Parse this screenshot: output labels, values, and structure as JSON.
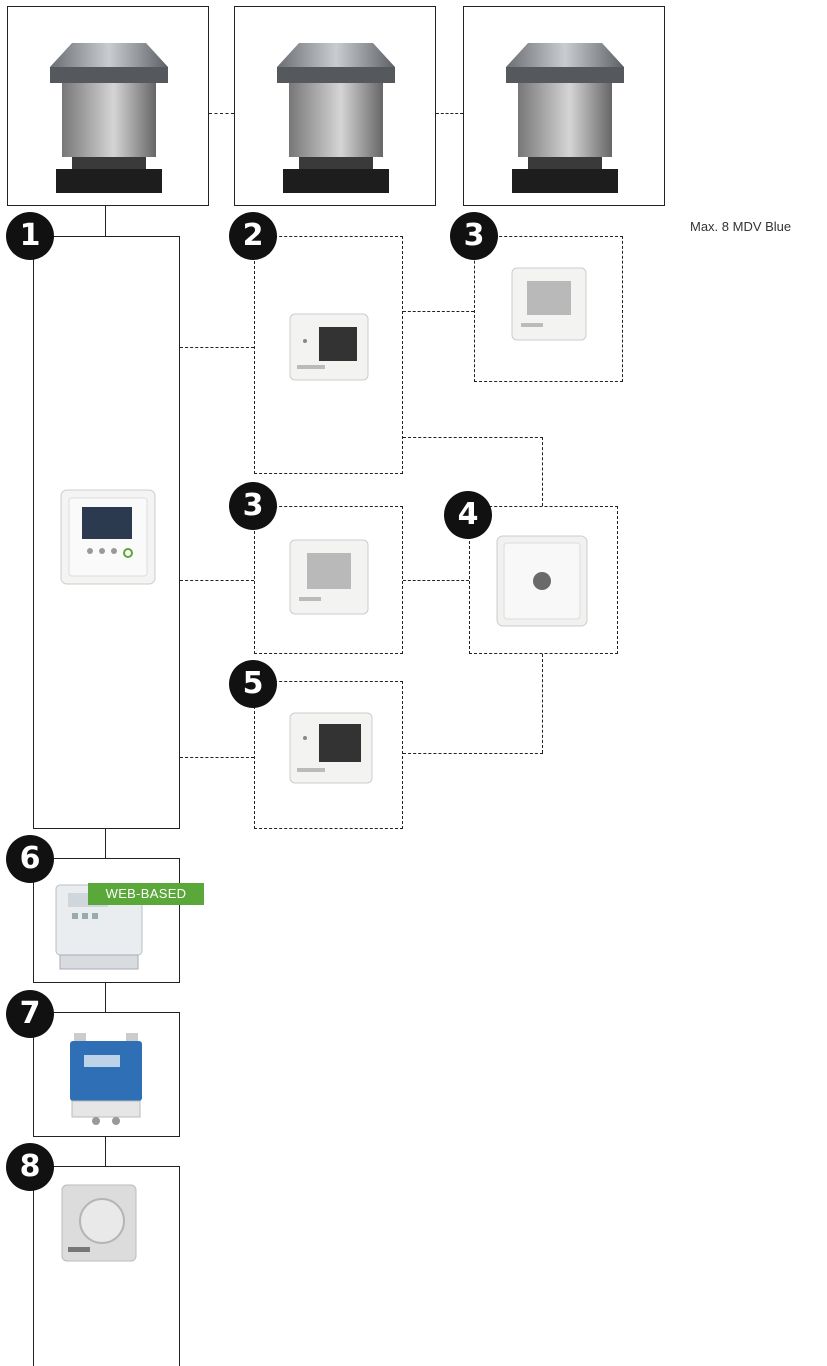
{
  "fans_note": "Max. 8 MDV Blue",
  "web_badge": "WEB-BASED",
  "badges": {
    "b1": "1",
    "b2": "2",
    "b3a": "3",
    "b3b": "3",
    "b4": "4",
    "b5": "5",
    "b6": "6",
    "b7": "7",
    "b8": "8"
  },
  "colors": {
    "line": "#222222",
    "badge": "#111111",
    "web_badge": "#5aa83a"
  },
  "icons": {
    "fan": "roof-fan-icon",
    "controller": "control-panel-icon",
    "sensor": "room-sensor-icon",
    "knob": "rotary-controller-icon",
    "enclosure": "web-controller-box-icon",
    "pressure": "pressure-transmitter-icon",
    "speed": "speed-controller-icon"
  }
}
